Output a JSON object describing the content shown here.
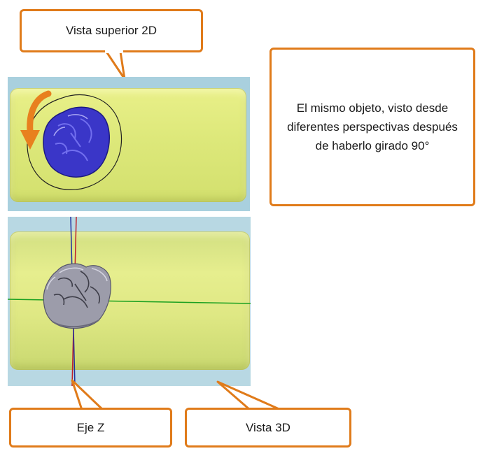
{
  "callouts": {
    "top_view": "Vista superior 2D",
    "note": "El mismo objeto, visto desde diferentes perspectivas después de haberlo girado 90°",
    "z_axis": "Eje Z",
    "view_3d": "Vista 3D"
  },
  "colors": {
    "accent": "#e07b1a",
    "tray": "#dde87a",
    "viewport_bg": "#a9d0de",
    "tooth_2d": "#3a36c8",
    "tooth_3d": "#9a9aa8",
    "axis_z": "#c0202a",
    "axis_green": "#1aa020",
    "axis_blue": "#2030a0"
  },
  "icons": [
    "rotation-arrow-icon",
    "tooth-model-2d",
    "tooth-model-3d"
  ]
}
